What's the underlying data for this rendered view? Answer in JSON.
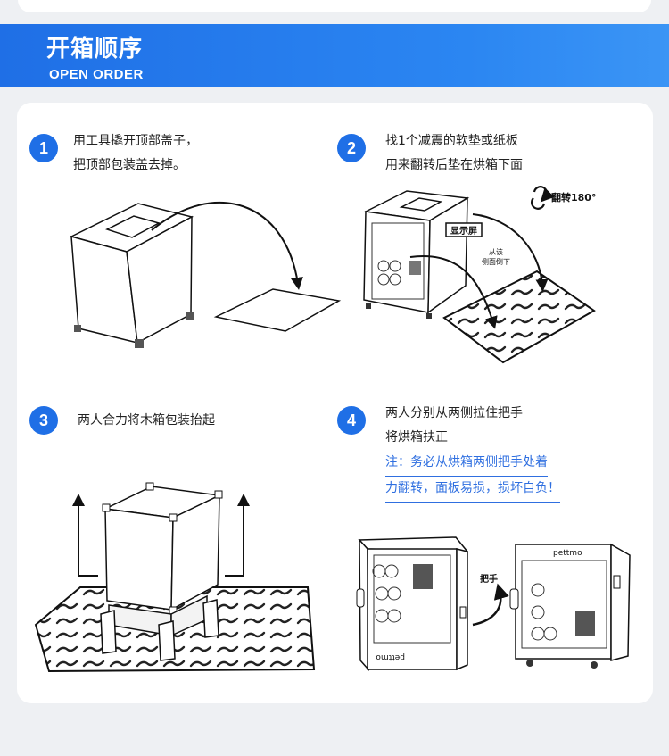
{
  "header": {
    "title": "开箱顺序",
    "subtitle": "OPEN ORDER"
  },
  "steps": [
    {
      "number": "1",
      "line1": "用工具撬开顶部盖子，",
      "line2": "把顶部包装盖去掉。"
    },
    {
      "number": "2",
      "line1": "找1个减震的软垫或纸板",
      "line2": "用来翻转后垫在烘箱下面"
    },
    {
      "number": "3",
      "line1": "两人合力将木箱包装抬起"
    },
    {
      "number": "4",
      "line1": "两人分别从两侧拉住把手",
      "line2": "将烘箱扶正",
      "note_line1": "注：务必从烘箱两侧把手处着",
      "note_line2": "力翻转，面板易损，损坏自负！"
    }
  ],
  "labels": {
    "rotate": "翻转180°",
    "display_screen": "显示屏",
    "tilt_note_line1": "从该",
    "tilt_note_line2": "侧面倒下",
    "handle": "把手",
    "brand": "pettmo"
  },
  "colors": {
    "accent": "#1f6fe6",
    "note": "#2f6fe0",
    "card": "#ffffff",
    "background": "#eef0f3"
  }
}
